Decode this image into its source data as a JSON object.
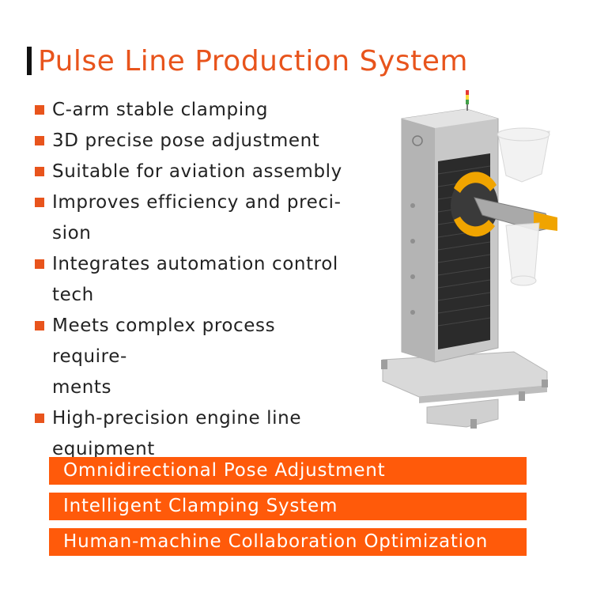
{
  "title": "Pulse Line Production System",
  "features": [
    [
      "C-arm stable clamping"
    ],
    [
      "3D precise pose adjustment"
    ],
    [
      "Suitable for aviation assembly"
    ],
    [
      "Improves efficiency and preci-",
      "sion"
    ],
    [
      "Integrates automation control",
      "tech"
    ],
    [
      "Meets complex process require-",
      "ments"
    ],
    [
      "High-precision engine line",
      "equipment"
    ]
  ],
  "banners": [
    "Omnidirectional Pose Adjustment",
    "Intelligent Clamping System",
    "Human-machine Collaboration Optimization"
  ],
  "colors": {
    "accent": "#e8541c",
    "banner": "#ff5a0a",
    "text": "#222222"
  }
}
